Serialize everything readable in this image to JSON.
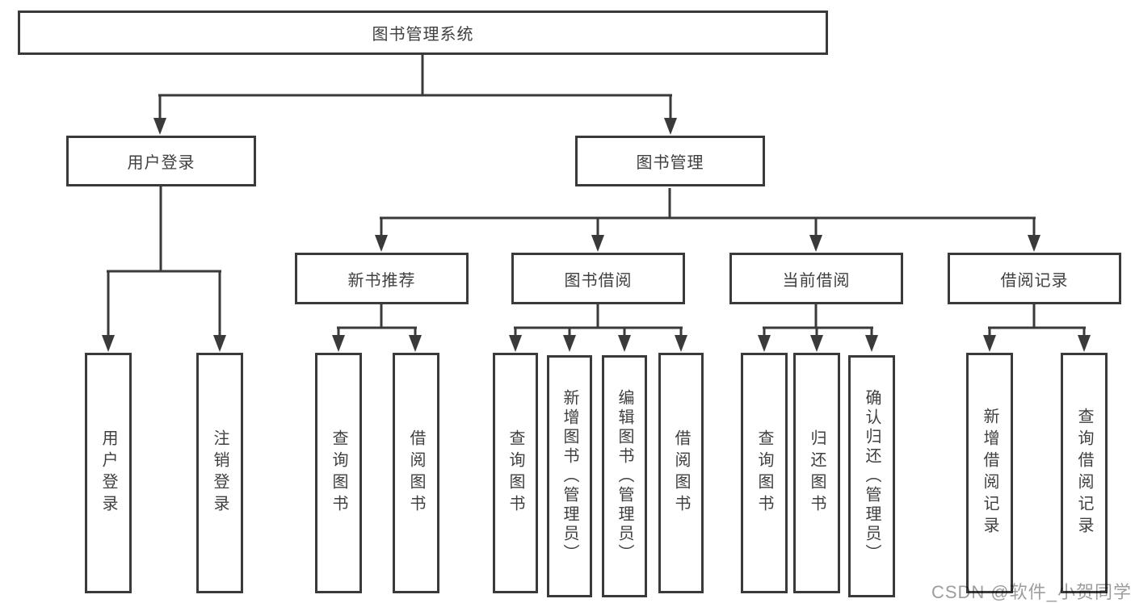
{
  "diagram_type": "hierarchy-chart",
  "tree": {
    "root": {
      "label": "图书管理系统"
    },
    "branches": [
      {
        "label": "用户登录",
        "children": [
          {
            "label": "用户登录"
          },
          {
            "label": "注销登录"
          }
        ]
      },
      {
        "label": "图书管理",
        "children": [
          {
            "label": "新书推荐",
            "children": [
              {
                "label": "查询图书"
              },
              {
                "label": "借阅图书"
              }
            ]
          },
          {
            "label": "图书借阅",
            "children": [
              {
                "label": "查询图书"
              },
              {
                "label": "新增图书（管理员）"
              },
              {
                "label": "编辑图书（管理员）"
              },
              {
                "label": "借阅图书"
              }
            ]
          },
          {
            "label": "当前借阅",
            "children": [
              {
                "label": "查询图书"
              },
              {
                "label": "归还图书"
              },
              {
                "label": "确认归还（管理员）"
              }
            ]
          },
          {
            "label": "借阅记录",
            "children": [
              {
                "label": "新增借阅记录"
              },
              {
                "label": "查询借阅记录"
              }
            ]
          }
        ]
      }
    ]
  },
  "watermark": {
    "text": "CSDN @软件_小贺同学"
  },
  "colors": {
    "line": "#3a3a3a",
    "box_border": "#3a3a3a",
    "box_fill": "#ffffff",
    "text": "#3f3f3f",
    "watermark": "#9d9d9d",
    "background": "#ffffff"
  }
}
